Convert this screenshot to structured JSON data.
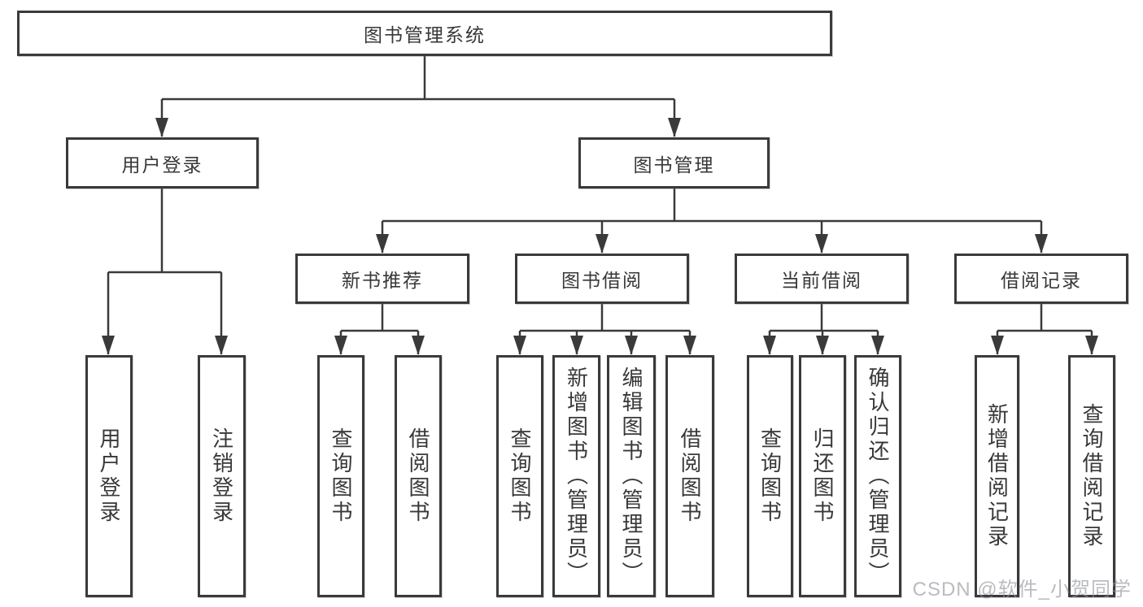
{
  "tree": {
    "root": {
      "label": "图书管理系统"
    },
    "branches": [
      {
        "label": "用户登录",
        "children": [
          {
            "label": "用户登录"
          },
          {
            "label": "注销登录"
          }
        ]
      },
      {
        "label": "图书管理",
        "children": [
          {
            "label": "新书推荐",
            "children": [
              {
                "label": "查询图书"
              },
              {
                "label": "借阅图书"
              }
            ]
          },
          {
            "label": "图书借阅",
            "children": [
              {
                "label": "查询图书"
              },
              {
                "label": "新增图书（管理员）"
              },
              {
                "label": "编辑图书（管理员）"
              },
              {
                "label": "借阅图书"
              }
            ]
          },
          {
            "label": "当前借阅",
            "children": [
              {
                "label": "查询图书"
              },
              {
                "label": "归还图书"
              },
              {
                "label": "确认归还（管理员）"
              }
            ]
          },
          {
            "label": "借阅记录",
            "children": [
              {
                "label": "新增借阅记录"
              },
              {
                "label": "查询借阅记录"
              }
            ]
          }
        ]
      }
    ]
  },
  "watermark": {
    "text": "CSDN @软件_小贺同学"
  },
  "colors": {
    "line": "#3a3a3a",
    "box_border": "#3a3a3a",
    "text": "#383838",
    "background": "#ffffff",
    "watermark": "#8f9399"
  }
}
